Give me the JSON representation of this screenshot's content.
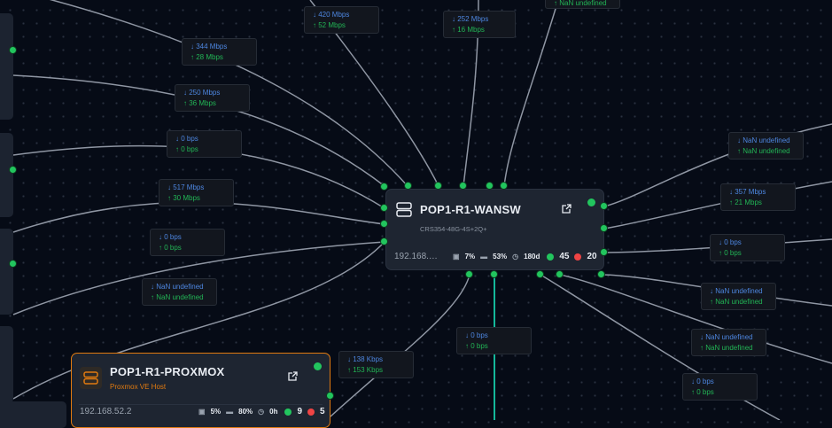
{
  "nodes": {
    "wansw": {
      "name": "POP1-R1-WANSW",
      "model": "CRS354-48G-4S+2Q+",
      "ip": "192.168.…",
      "cpu": "7%",
      "mem": "53%",
      "uptime": "180d",
      "up_count": "45",
      "down_count": "20"
    },
    "proxmox": {
      "name": "POP1-R1-PROXMOX",
      "type": "Proxmox VE Host",
      "ip": "192.168.52.2",
      "cpu": "5%",
      "mem": "80%",
      "uptime": "0h",
      "up_count": "9",
      "down_count": "5"
    }
  },
  "links": [
    {
      "down": "↓ 344 Mbps",
      "up": "↑ 28 Mbps"
    },
    {
      "down": "↓ 420 Mbps",
      "up": "↑ 52 Mbps"
    },
    {
      "down": "↓ 252 Mbps",
      "up": "↑ 16 Mbps"
    },
    {
      "down": "",
      "up": "↑ NaN undefined"
    },
    {
      "down": "↓ 250 Mbps",
      "up": "↑ 36 Mbps"
    },
    {
      "down": "↓ 0 bps",
      "up": "↑ 0 bps"
    },
    {
      "down": "↓ 517 Mbps",
      "up": "↑ 30 Mbps"
    },
    {
      "down": "↓ 0 bps",
      "up": "↑ 0 bps"
    },
    {
      "down": "↓ NaN undefined",
      "up": "↑ NaN undefined"
    },
    {
      "down": "↓ 138 Kbps",
      "up": "↑ 153 Kbps"
    },
    {
      "down": "↓ 0 bps",
      "up": "↑ 0 bps"
    },
    {
      "down": "↓ NaN undefined",
      "up": "↑ NaN undefined"
    },
    {
      "down": "↓ 357 Mbps",
      "up": "↑ 21 Mbps"
    },
    {
      "down": "↓ 0 bps",
      "up": "↑ 0 bps"
    },
    {
      "down": "↓ NaN undefined",
      "up": "↑ NaN undefined"
    },
    {
      "down": "↓ NaN undefined",
      "up": "↑ NaN undefined"
    },
    {
      "down": "↓ 0 bps",
      "up": "↑ 0 bps"
    }
  ],
  "colors": {
    "online": "#22c55e",
    "offline": "#ef4444",
    "accent": "#e07a10",
    "link_active": "#14b89a"
  }
}
